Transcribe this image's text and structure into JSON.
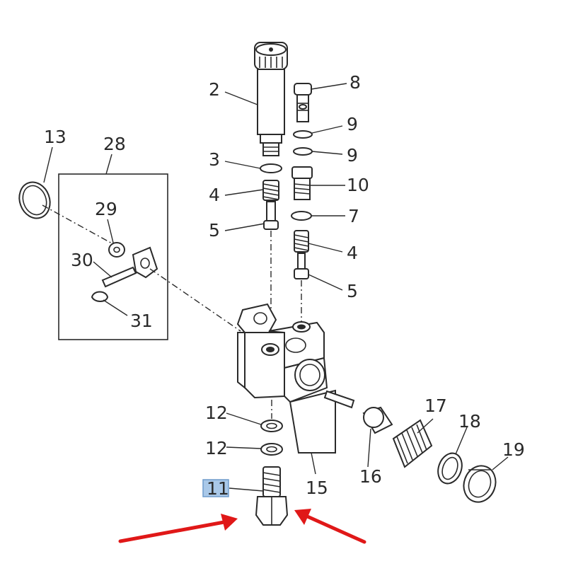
{
  "labels": {
    "p2": "2",
    "p3": "3",
    "p4a": "4",
    "p5a": "5",
    "p8": "8",
    "p9a": "9",
    "p9b": "9",
    "p10": "10",
    "p7": "7",
    "p4b": "4",
    "p5b": "5",
    "p13": "13",
    "p28": "28",
    "p29": "29",
    "p30": "30",
    "p31": "31",
    "p12a": "12",
    "p12b": "12",
    "p11": "11",
    "p15": "15",
    "p16": "16",
    "p17": "17",
    "p18": "18",
    "p19": "19"
  },
  "highlight_color": "#a9c8e8",
  "arrow_color": "#e01818"
}
